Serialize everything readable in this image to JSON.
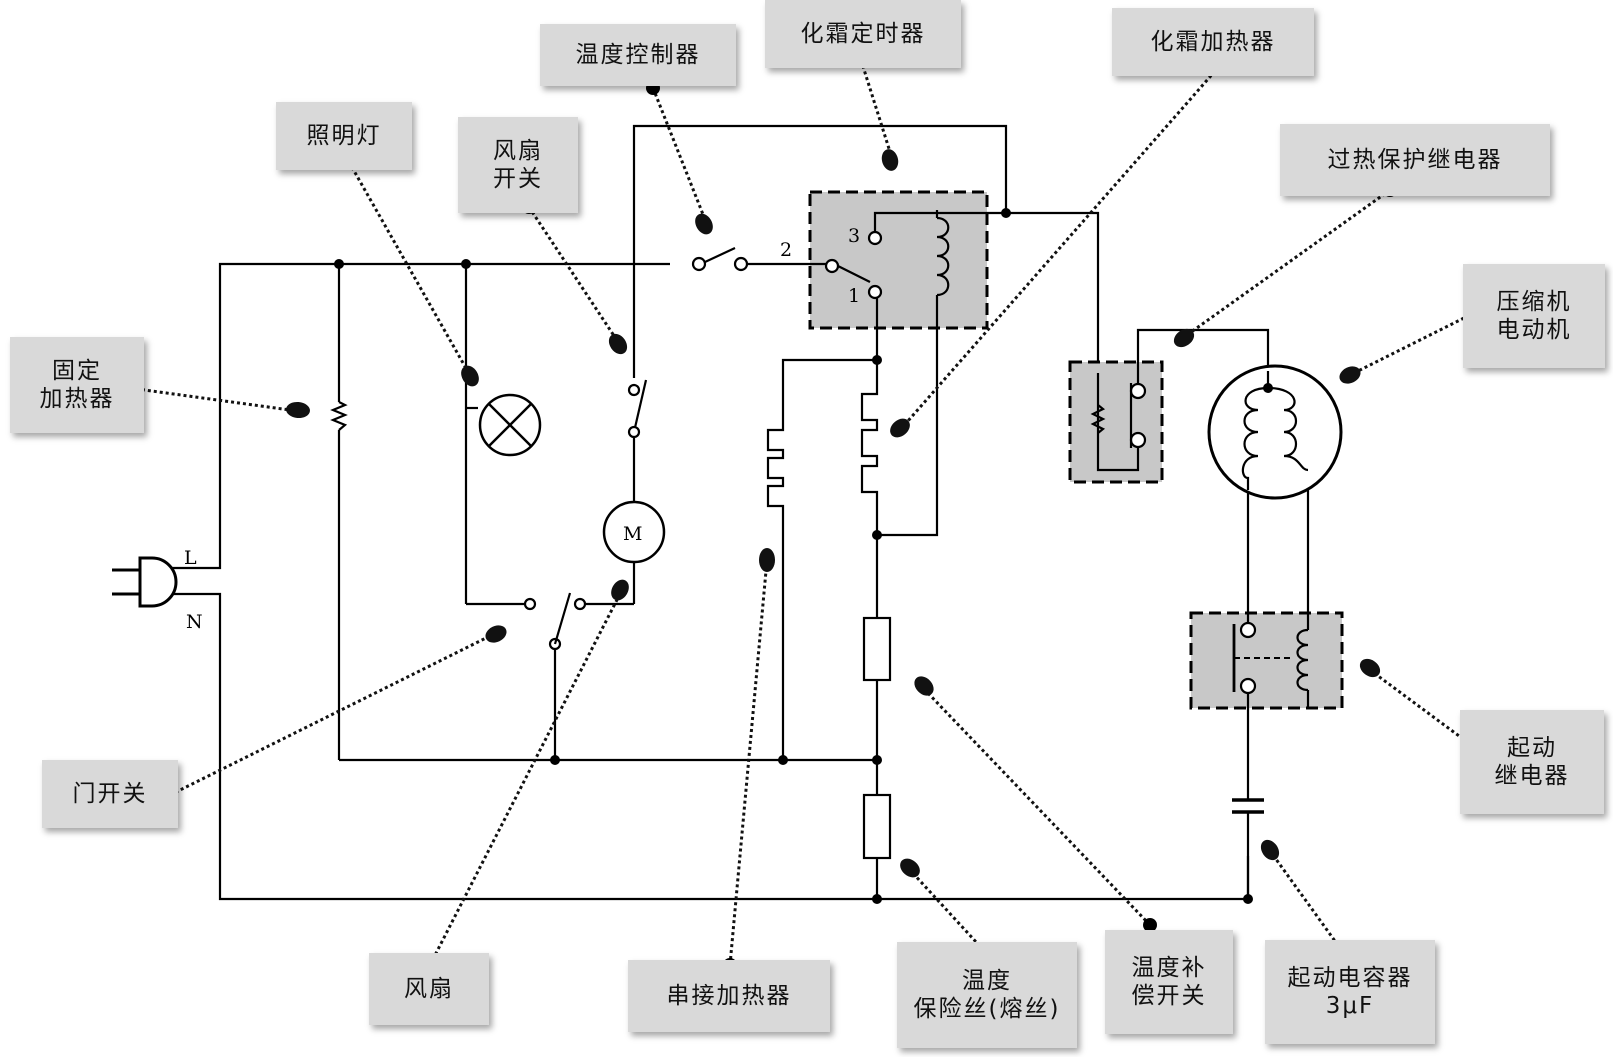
{
  "labels": {
    "wendu_kongzhiqi": "温度控制器",
    "huashuang_dingshiqi": "化霜定时器",
    "huashuang_jiareqi": "化霜加热器",
    "zhaomingdeng": "照明灯",
    "fengshan_kaiguan_1": "风扇",
    "fengshan_kaiguan_2": "开关",
    "guore_baohu": "过热保护继电器",
    "yasuoji_1": "压缩机",
    "yasuoji_2": "电动机",
    "guding_1": "固定",
    "guding_2": "加热器",
    "men_kaiguan": "门开关",
    "qidong_jidianqi_1": "起动",
    "qidong_jidianqi_2": "继电器",
    "fengshan": "风扇",
    "chuanjie_jiareqi": "串接加热器",
    "wendu_baoxiansi_1": "温度",
    "wendu_baoxiansi_2": "保险丝(熔丝)",
    "wendu_buchang_1": "温度补",
    "wendu_buchang_2": "偿开关",
    "qidong_dianrong_1": "起动电容器",
    "qidong_dianrong_2": "3μF"
  },
  "terminals": {
    "line": "L",
    "neutral": "N",
    "timer_pin_2": "2",
    "timer_pin_3": "3",
    "timer_pin_1": "1",
    "motor": "M"
  }
}
